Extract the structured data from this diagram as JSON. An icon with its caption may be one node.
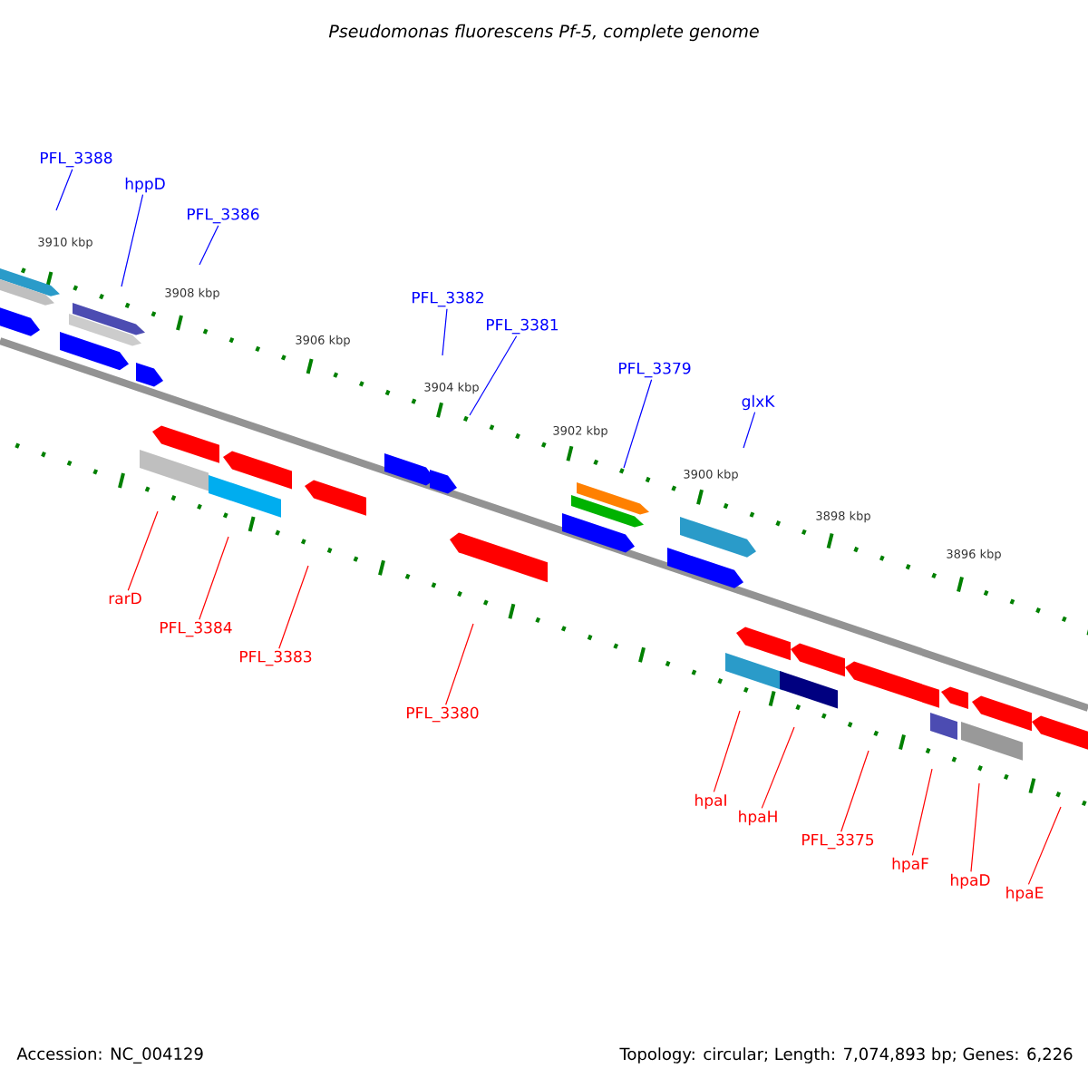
{
  "diagram": {
    "title": "Pseudomonas fluorescens Pf-5, complete genome",
    "nodes": [
      {
        "text": [
          "PFL_3388"
        ]
      },
      {
        "text": [
          "hppD"
        ]
      },
      {
        "text": [
          "PFL_3386"
        ]
      },
      {
        "text": [
          "PFL_3382"
        ]
      },
      {
        "text": [
          "PFL_3381"
        ]
      },
      {
        "text": [
          "PFL_3379"
        ]
      },
      {
        "text": [
          "glxK"
        ]
      },
      {
        "text": [
          "rarD"
        ]
      },
      {
        "text": [
          "PFL_3384"
        ]
      },
      {
        "text": [
          "PFL_3383"
        ]
      },
      {
        "text": [
          "PFL_3380"
        ]
      },
      {
        "text": [
          "hpaI"
        ]
      },
      {
        "text": [
          "hpaH"
        ]
      },
      {
        "text": [
          "PFL_3375"
        ]
      },
      {
        "text": [
          "hpaF"
        ]
      },
      {
        "text": [
          "hpaD"
        ]
      },
      {
        "text": [
          "hpaE"
        ]
      }
    ],
    "edges": [
      {
        "from": 0,
        "to": null,
        "arrow": "none",
        "color": "#0000ff"
      },
      {
        "from": 1,
        "to": null,
        "arrow": "none",
        "color": "#0000ff"
      },
      {
        "from": 2,
        "to": null,
        "arrow": "none",
        "color": "#0000ff"
      },
      {
        "from": 3,
        "to": null,
        "arrow": "none",
        "color": "#0000ff"
      },
      {
        "from": 4,
        "to": null,
        "arrow": "none",
        "color": "#0000ff"
      },
      {
        "from": 5,
        "to": null,
        "arrow": "none",
        "color": "#0000ff"
      },
      {
        "from": 6,
        "to": null,
        "arrow": "none",
        "color": "#0000ff"
      },
      {
        "from": 7,
        "to": null,
        "arrow": "none"
      },
      {
        "from": 8,
        "to": null,
        "arrow": "none"
      },
      {
        "from": 9,
        "to": null,
        "arrow": "none"
      },
      {
        "from": 10,
        "to": null,
        "arrow": "none"
      },
      {
        "from": 11,
        "to": null,
        "arrow": "none"
      },
      {
        "from": 12,
        "to": null,
        "arrow": "none"
      },
      {
        "from": 13,
        "to": null,
        "arrow": "none"
      },
      {
        "from": 14,
        "to": null,
        "arrow": "none"
      },
      {
        "from": 15,
        "to": null,
        "arrow": "none"
      },
      {
        "from": 16,
        "to": null,
        "arrow": "none"
      }
    ],
    "labels": [
      "3910 kbp",
      "3908 kbp",
      "3906 kbp",
      "3904 kbp",
      "3902 kbp",
      "3900 kbp",
      "3898 kbp",
      "3896 kbp",
      "Accession: NC_004129",
      "Topology: circular; Length: 7,074,893 bp; Genes: 6,226"
    ]
  }
}
